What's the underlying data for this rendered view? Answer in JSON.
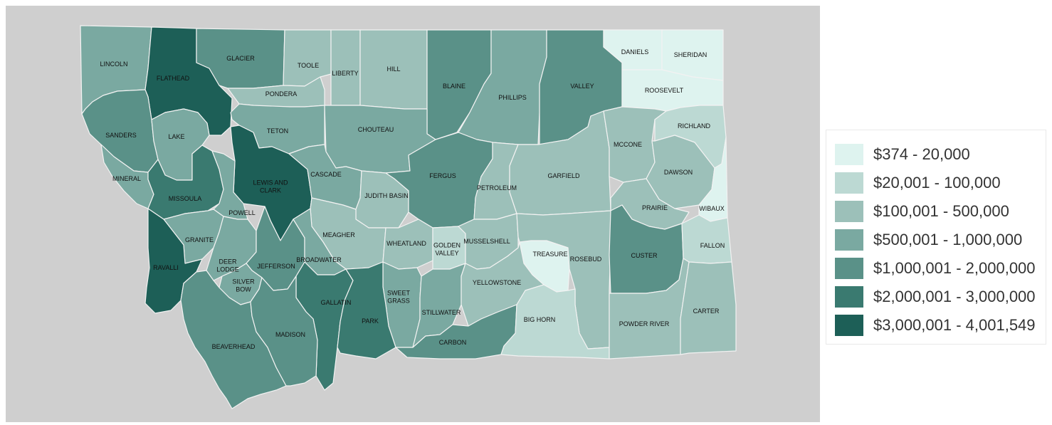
{
  "legend": {
    "classes": [
      {
        "label": "$374 - 20,000",
        "color": "#def3ef"
      },
      {
        "label": "$20,001 - 100,000",
        "color": "#bcd9d3"
      },
      {
        "label": "$100,001 - 500,000",
        "color": "#9cc0b9"
      },
      {
        "label": "$500,001 - 1,000,000",
        "color": "#7aa9a1"
      },
      {
        "label": "$1,000,001 - 2,000,000",
        "color": "#5a9188"
      },
      {
        "label": "$2,000,001 - 3,000,000",
        "color": "#3a7a70"
      },
      {
        "label": "$3,000,001 - 4,001,549",
        "color": "#1d5f57"
      }
    ]
  },
  "counties": [
    {
      "name": "LINCOLN",
      "class": 3
    },
    {
      "name": "FLATHEAD",
      "class": 6
    },
    {
      "name": "GLACIER",
      "class": 4
    },
    {
      "name": "TOOLE",
      "class": 2
    },
    {
      "name": "LIBERTY",
      "class": 2
    },
    {
      "name": "HILL",
      "class": 2
    },
    {
      "name": "BLAINE",
      "class": 4
    },
    {
      "name": "PHILLIPS",
      "class": 3
    },
    {
      "name": "VALLEY",
      "class": 4
    },
    {
      "name": "DANIELS",
      "class": 0
    },
    {
      "name": "SHERIDAN",
      "class": 0
    },
    {
      "name": "ROOSEVELT",
      "class": 0
    },
    {
      "name": "PONDERA",
      "class": 2
    },
    {
      "name": "SANDERS",
      "class": 4
    },
    {
      "name": "LAKE",
      "class": 3
    },
    {
      "name": "TETON",
      "class": 3
    },
    {
      "name": "CHOUTEAU",
      "class": 3
    },
    {
      "name": "MINERAL",
      "class": 3
    },
    {
      "name": "MISSOULA",
      "class": 5
    },
    {
      "name": "LEWIS AND\nCLARK",
      "class": 6
    },
    {
      "name": "CASCADE",
      "class": 3
    },
    {
      "name": "JUDITH BASIN",
      "class": 2
    },
    {
      "name": "FERGUS",
      "class": 4
    },
    {
      "name": "PETROLEUM",
      "class": 2
    },
    {
      "name": "GARFIELD",
      "class": 2
    },
    {
      "name": "MCCONE",
      "class": 2
    },
    {
      "name": "RICHLAND",
      "class": 1
    },
    {
      "name": "DAWSON",
      "class": 2
    },
    {
      "name": "PRAIRIE",
      "class": 2
    },
    {
      "name": "WIBAUX",
      "class": 0
    },
    {
      "name": "POWELL",
      "class": 3
    },
    {
      "name": "GRANITE",
      "class": 3
    },
    {
      "name": "MEAGHER",
      "class": 2
    },
    {
      "name": "WHEATLAND",
      "class": 2
    },
    {
      "name": "GOLDEN\nVALLEY",
      "class": 1
    },
    {
      "name": "MUSSELSHELL",
      "class": 2
    },
    {
      "name": "TREASURE",
      "class": 0
    },
    {
      "name": "ROSEBUD",
      "class": 2
    },
    {
      "name": "CUSTER",
      "class": 4
    },
    {
      "name": "FALLON",
      "class": 1
    },
    {
      "name": "RAVALLI",
      "class": 6
    },
    {
      "name": "DEER\nLODGE",
      "class": 3
    },
    {
      "name": "JEFFERSON",
      "class": 4
    },
    {
      "name": "BROADWATER",
      "class": 3
    },
    {
      "name": "SILVER\nBOW",
      "class": 3
    },
    {
      "name": "GALLATIN",
      "class": 5
    },
    {
      "name": "SWEET\nGRASS",
      "class": 3
    },
    {
      "name": "STILLWATER",
      "class": 3
    },
    {
      "name": "YELLOWSTONE",
      "class": 2
    },
    {
      "name": "PARK",
      "class": 5
    },
    {
      "name": "CARBON",
      "class": 4
    },
    {
      "name": "BIG HORN",
      "class": 1
    },
    {
      "name": "POWDER RIVER",
      "class": 2
    },
    {
      "name": "CARTER",
      "class": 2
    },
    {
      "name": "BEAVERHEAD",
      "class": 4
    },
    {
      "name": "MADISON",
      "class": 4
    }
  ]
}
